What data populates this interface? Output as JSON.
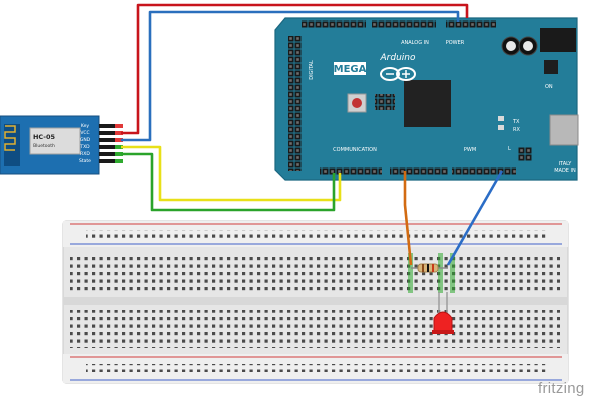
{
  "watermark": "fritzing",
  "bt_module": {
    "model": "HC-05",
    "subtitle": "Bluetooth",
    "pins": [
      "Key",
      "VCC",
      "GND",
      "TXD",
      "RXD",
      "State"
    ]
  },
  "board": {
    "brand": "Arduino",
    "model": "MEGA",
    "made_in": "MADE IN",
    "country": "ITALY",
    "header_top_left": "ANALOG IN",
    "header_top_right": "POWER",
    "header_bottom": "COMMUNICATION",
    "header_pwm": "PWM",
    "label_digital": "DIGITAL",
    "labels": [
      "L",
      "TX",
      "RX",
      "ON"
    ]
  },
  "wire_colors": {
    "red": "#c8141c",
    "blue": "#2a6fbd",
    "yellow": "#e8e018",
    "green": "#2aa32a",
    "orange": "#d26b12",
    "blue2": "#2b6dc6"
  },
  "colors": {
    "board": "#237d99",
    "board_dark": "#1b6780",
    "bt_module": "#1d6fb0",
    "led": "#ee2222",
    "breadboard": "#e4e4e4"
  }
}
